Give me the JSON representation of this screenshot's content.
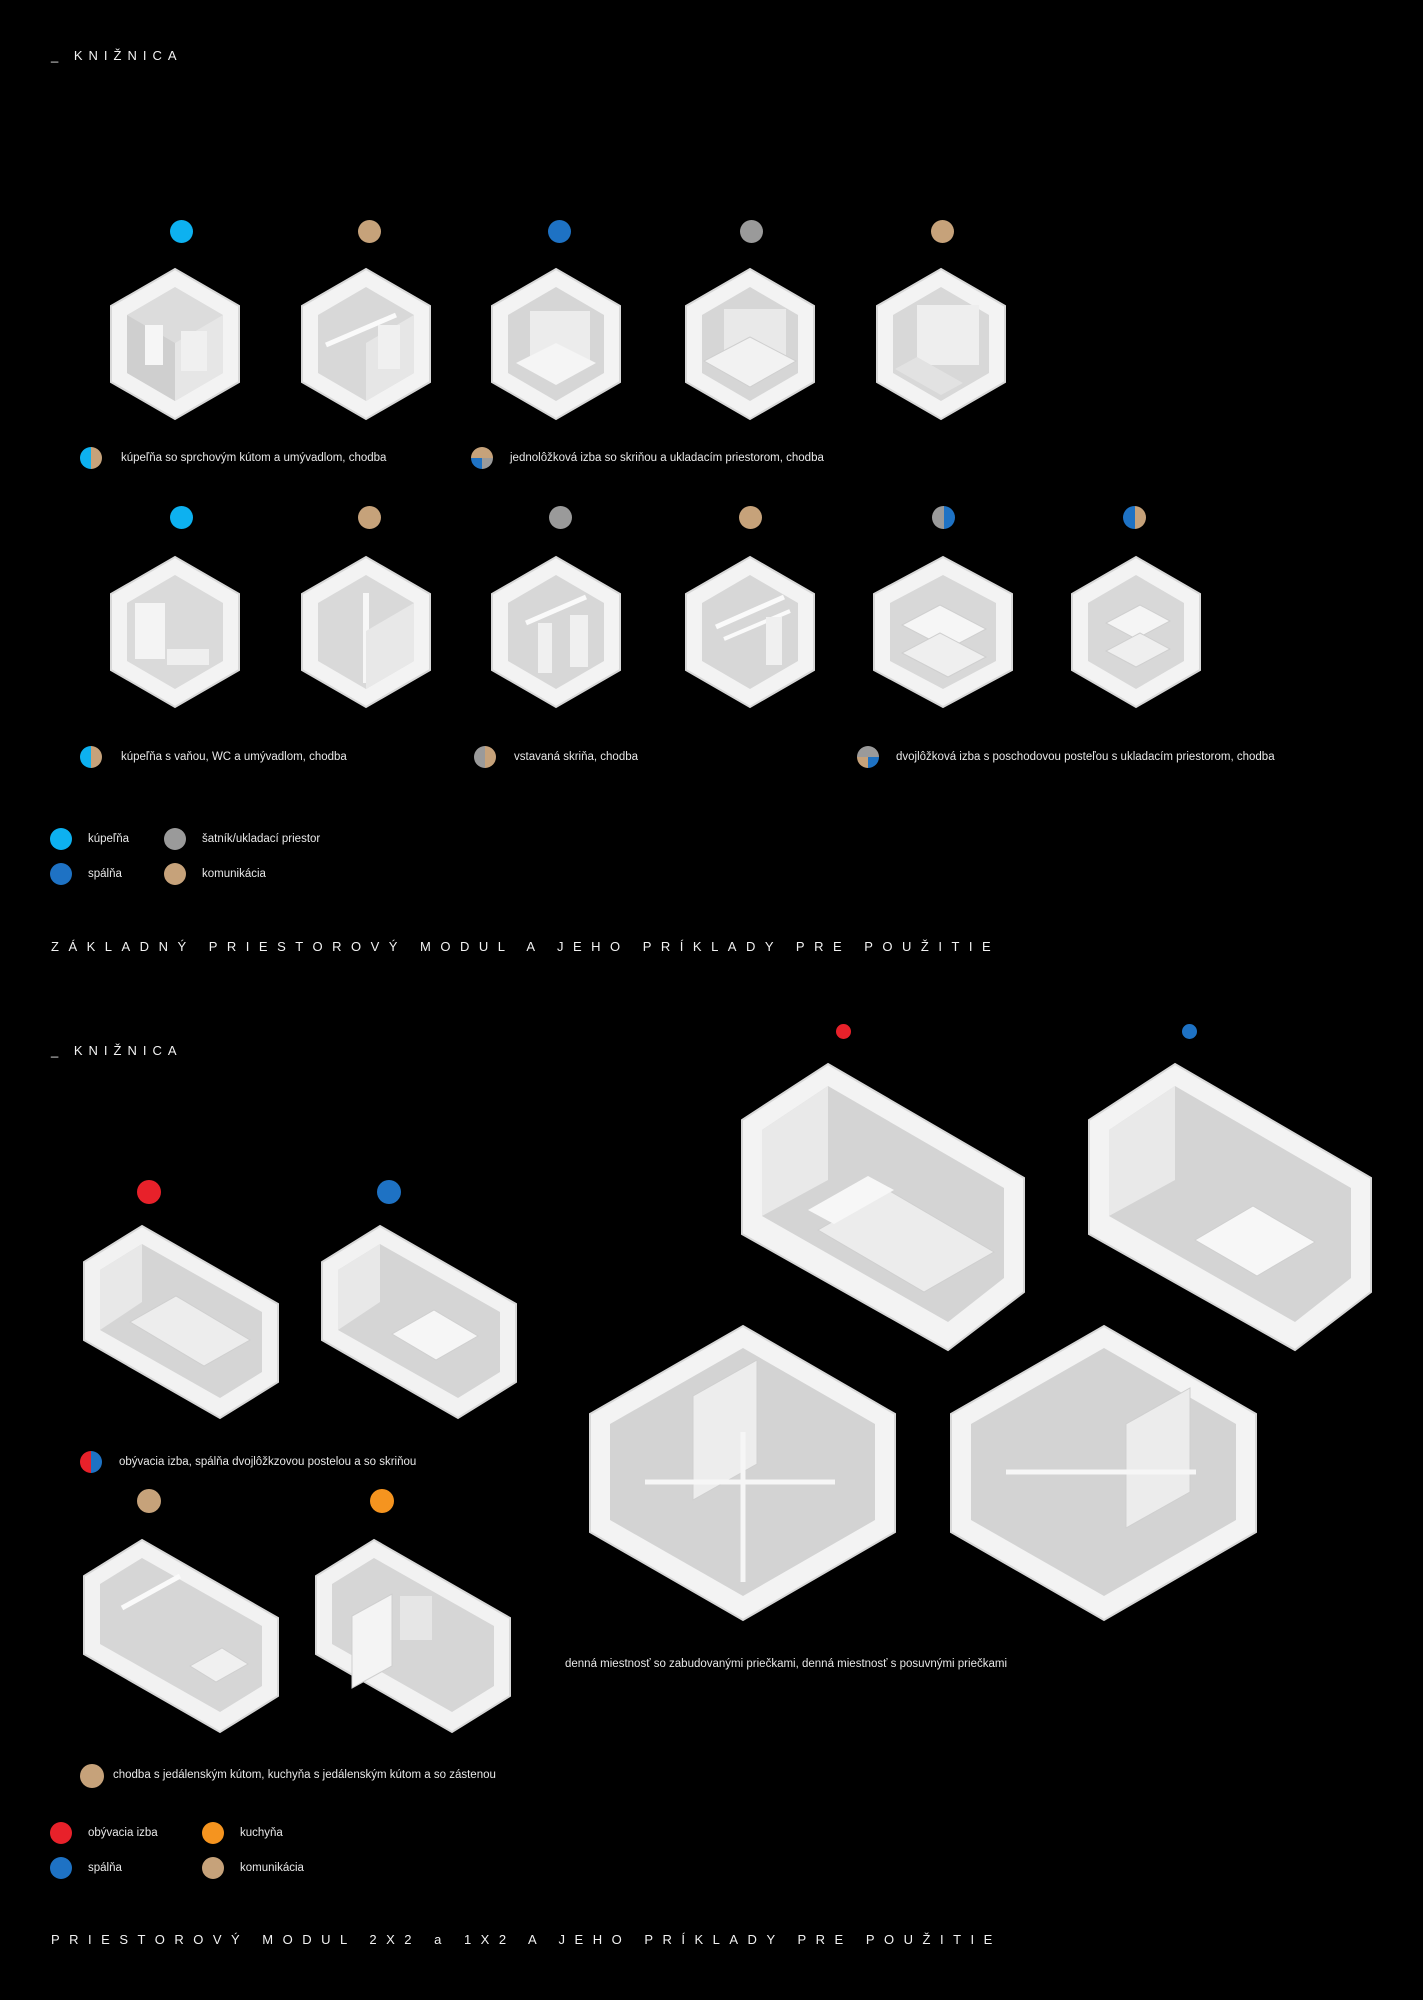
{
  "colors": {
    "bathroom": "#0db1f0",
    "bedroom": "#1e72c4",
    "storage": "#9a9a9a",
    "communication": "#c6a27a",
    "living": "#e8212a",
    "kitchen": "#f5941f"
  },
  "section1": {
    "heading": "_ KNIŽNICA",
    "row1_dots": [
      "bathroom",
      "communication",
      "bedroom",
      "storage",
      "communication"
    ],
    "row2_dots": [
      "bathroom",
      "communication",
      "storage",
      "communication",
      "bedroom+storage",
      "bedroom+communication"
    ],
    "captions": {
      "c1": "kúpeľňa so sprchovým kútom a umývadlom, chodba",
      "c2": "jednolôžková izba so skriňou a ukladacím priestorom, chodba",
      "c3": "kúpeľňa s vaňou, WC a umývadlom, chodba",
      "c4": "vstavaná skriňa, chodba",
      "c5": "dvojlôžková izba s poschodovou posteľou s ukladacím priestorom, chodba"
    },
    "legend": {
      "bathroom": "kúpeľňa",
      "storage": "šatník/ukladací priestor",
      "bedroom": "spálňa",
      "communication": "komunikácia"
    },
    "title": "ZÁKLADNÝ PRIESTOROVÝ MODUL A JEHO PRÍKLADY PRE POUŽITIE"
  },
  "section2": {
    "heading": "_ KNIŽNICA",
    "captions": {
      "c1": "obývacia izba, spálňa dvojlôžkzovou postelou a so skriňou",
      "c2": "chodba s jedálenským kútom, kuchyňa s jedálenským kútom a so zástenou",
      "c3": "denná miestnosť so zabudovanými priečkami, denná miestnosť s posuvnými priečkami"
    },
    "legend": {
      "living": "obývacia izba",
      "kitchen": "kuchyňa",
      "bedroom": "spálňa",
      "communication": "komunikácia"
    },
    "title": "PRIESTOROVÝ MODUL 2X2 a 1X2 A JEHO PRÍKLADY PRE POUŽITIE"
  }
}
